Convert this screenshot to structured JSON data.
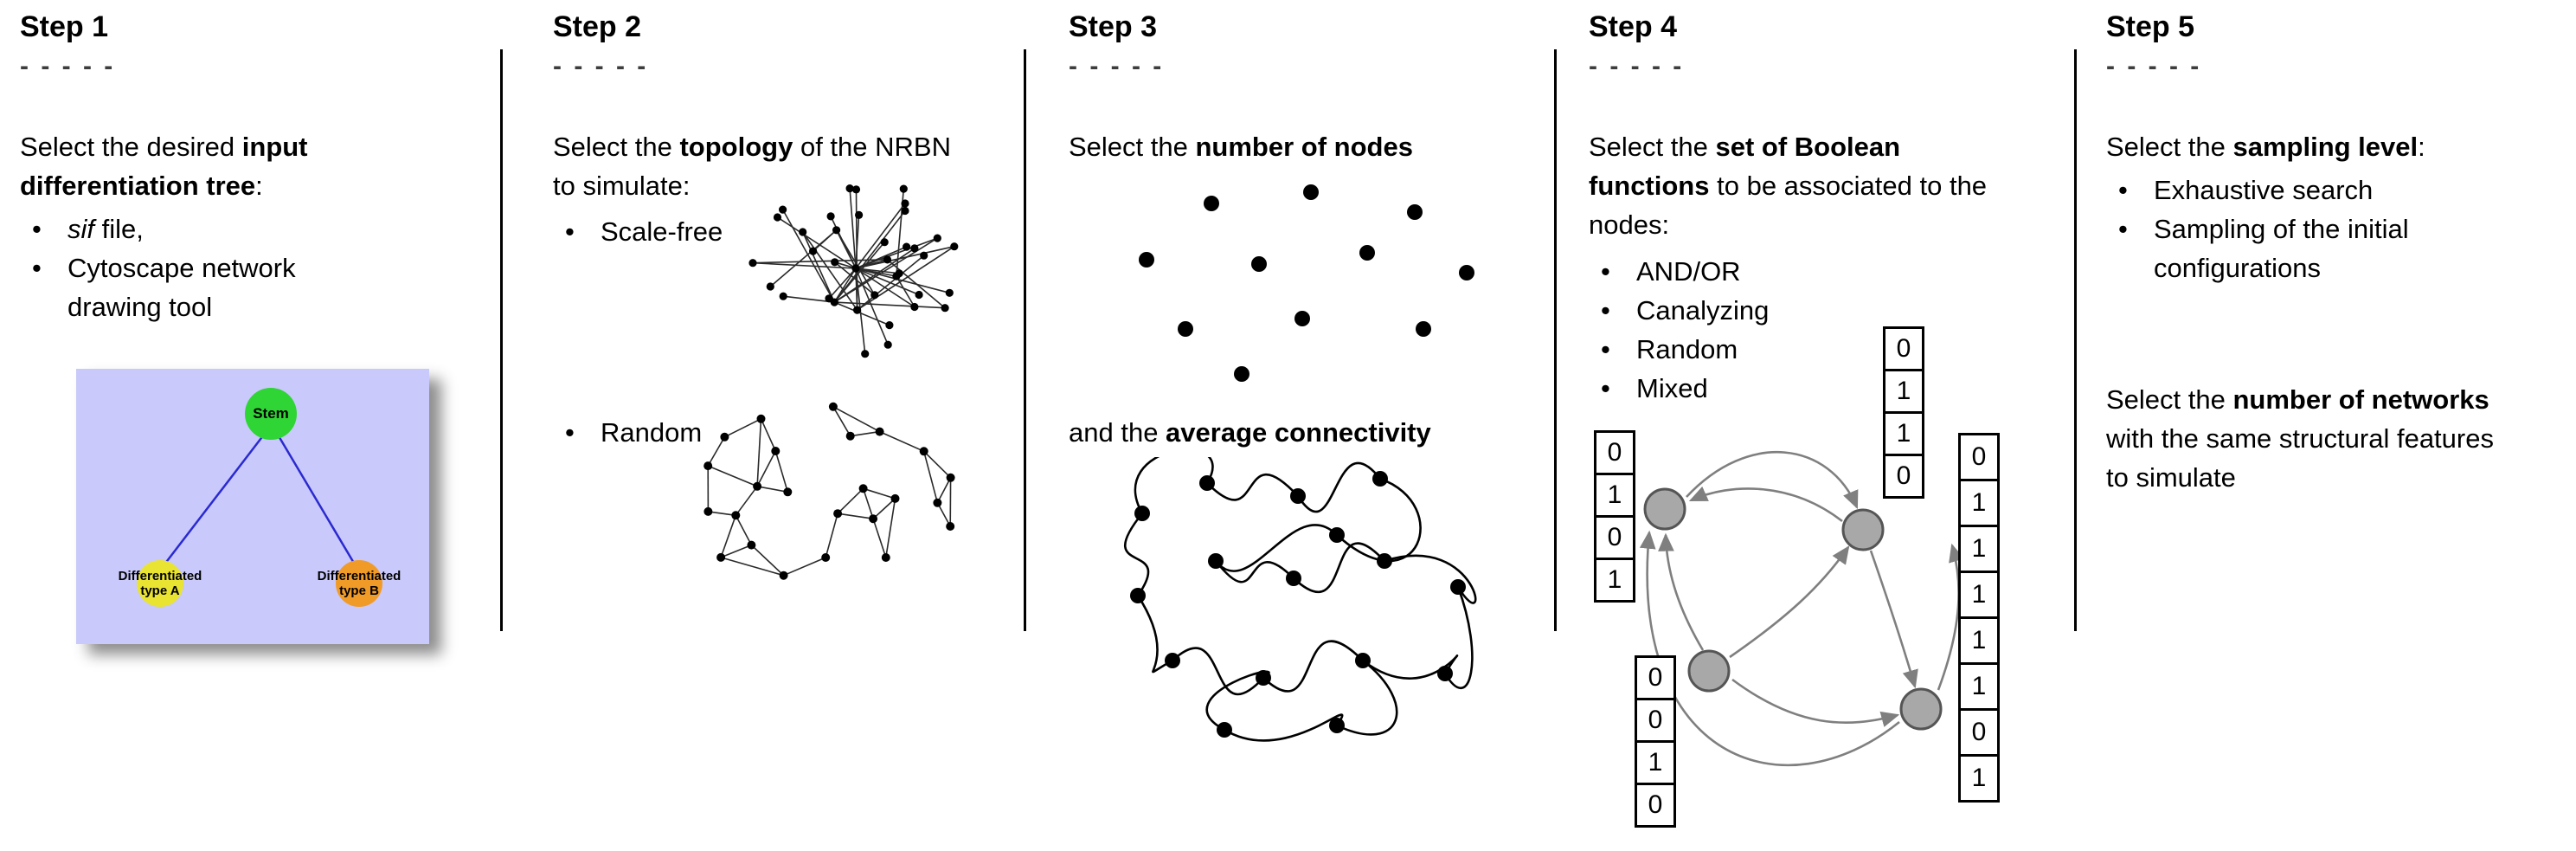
{
  "glyphs": {
    "bullet": "•"
  },
  "step1": {
    "title": "Step 1",
    "dashes": "- - - - -",
    "intro": [
      {
        "text": "Select the desired "
      },
      {
        "text": "input differentiation tree",
        "bold": true
      },
      {
        "text": ":"
      }
    ],
    "bullets": [
      [
        {
          "text": "sif",
          "italic": true
        },
        {
          "text": " file,"
        }
      ],
      [
        {
          "text": "Cytoscape network drawing tool"
        }
      ]
    ],
    "tree": {
      "stem_label": "Stem",
      "type_a_label": "Differentiated type A",
      "type_b_label": "Differentiated type B",
      "colors": {
        "background": "#c9c9fb",
        "stem": "#2fd435",
        "type_a": "#e8e431",
        "type_b": "#f09b28",
        "edge": "#2a2ad0"
      }
    }
  },
  "step2": {
    "title": "Step 2",
    "dashes": "- - - - -",
    "intro": [
      {
        "text": "Select the "
      },
      {
        "text": "topology",
        "bold": true
      },
      {
        "text": " of the NRBN to simulate:"
      }
    ],
    "bullets": [
      [
        {
          "text": "Scale-free"
        }
      ],
      [
        {
          "text": "Random"
        }
      ]
    ]
  },
  "step3": {
    "title": "Step 3",
    "dashes": "- - - - -",
    "intro": [
      {
        "text": "Select the "
      },
      {
        "text": "number of nodes",
        "bold": true
      }
    ],
    "connectivity_text": [
      {
        "text": "and the "
      },
      {
        "text": "average connectivity",
        "bold": true
      }
    ]
  },
  "step4": {
    "title": "Step 4",
    "dashes": "- - - - -",
    "intro": [
      {
        "text": "Select the "
      },
      {
        "text": "set of Boolean functions",
        "bold": true
      },
      {
        "text": " to be associated to the nodes:"
      }
    ],
    "bullets": [
      [
        {
          "text": "AND/OR"
        }
      ],
      [
        {
          "text": "Canalyzing"
        }
      ],
      [
        {
          "text": "Random"
        }
      ],
      [
        {
          "text": "Mixed"
        }
      ]
    ],
    "truth_tables": {
      "left": [
        "0",
        "1",
        "0",
        "1"
      ],
      "top": [
        "0",
        "1",
        "1",
        "0"
      ],
      "bottom": [
        "0",
        "0",
        "1",
        "0"
      ],
      "right": [
        "0",
        "1",
        "1",
        "1",
        "1",
        "1",
        "0",
        "1"
      ]
    }
  },
  "step5": {
    "title": "Step 5",
    "dashes": "- - - - -",
    "intro": [
      {
        "text": "Select the "
      },
      {
        "text": "sampling level",
        "bold": true
      },
      {
        "text": ":"
      }
    ],
    "bullets": [
      [
        {
          "text": "Exhaustive search"
        }
      ],
      [
        {
          "text": "Sampling of the initial configurations"
        }
      ]
    ],
    "networks_text": [
      {
        "text": "Select the "
      },
      {
        "text": "number of networks",
        "bold": true
      },
      {
        "text": " with the same structural features to simulate"
      }
    ]
  }
}
